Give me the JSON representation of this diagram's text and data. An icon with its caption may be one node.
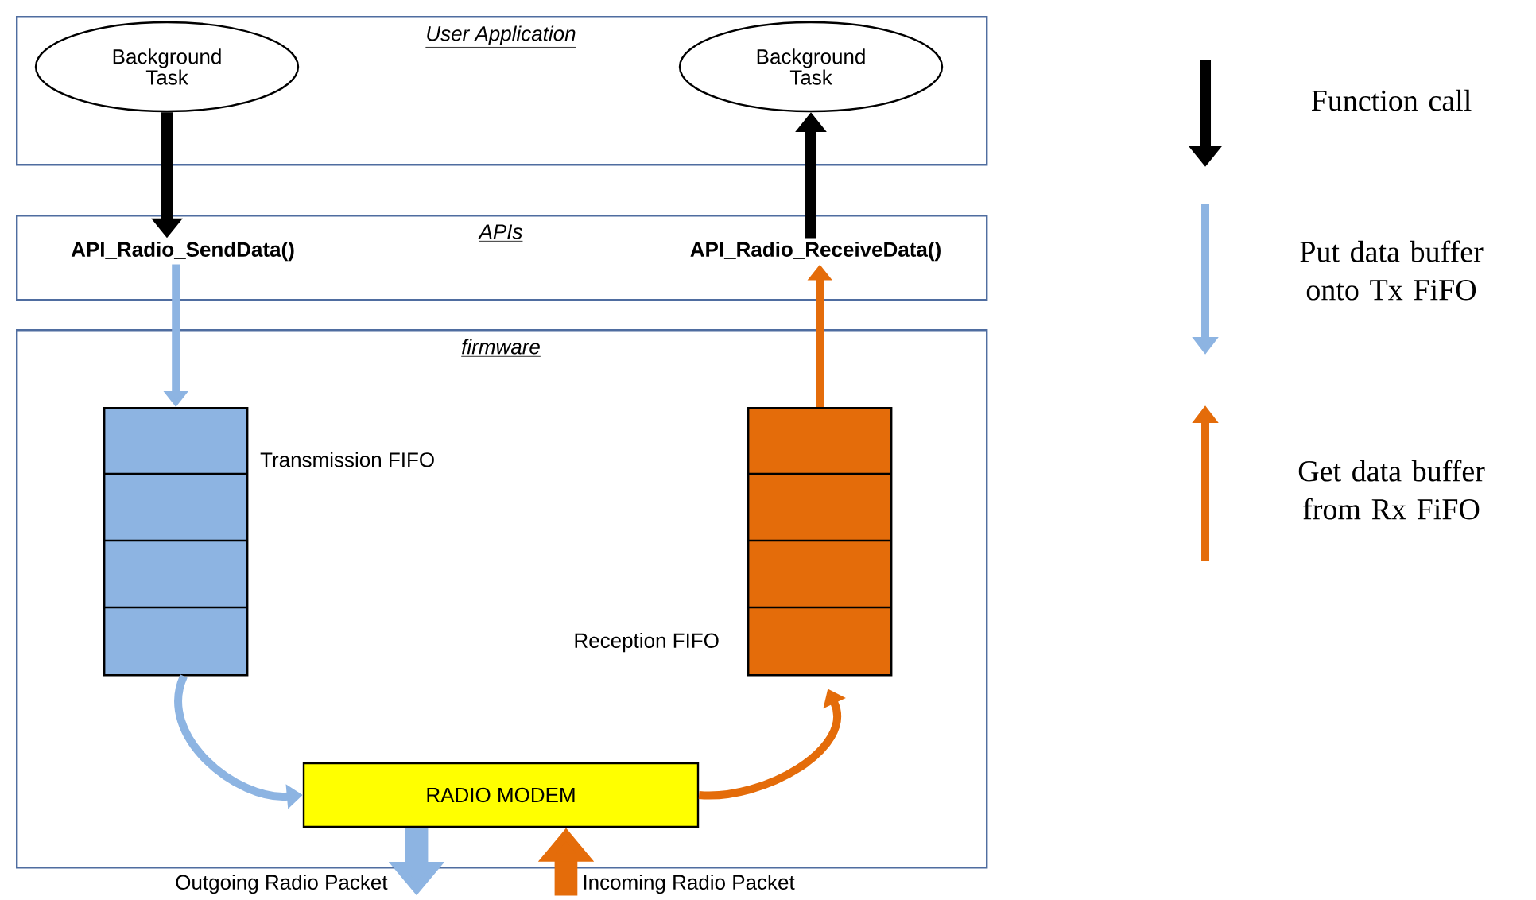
{
  "diagram": {
    "nodes": [
      {
        "text": [
          "User Application"
        ]
      },
      {
        "text": [
          "Background Task"
        ],
        "in": 0
      },
      {
        "text": [
          "Background Task"
        ],
        "in": 0
      },
      {
        "text": [
          "APIs"
        ]
      },
      {
        "text": [
          "API_Radio_SendData()"
        ],
        "in": 3
      },
      {
        "text": [
          "API_Radio_ReceiveData()"
        ],
        "in": 3
      },
      {
        "text": [
          "firmware"
        ]
      },
      {
        "text": [],
        "shape": "box",
        "beside": [
          "Transmission FIFO"
        ],
        "in": 6
      },
      {
        "text": [],
        "shape": "box",
        "beside": [
          "Reception FIFO"
        ],
        "in": 6
      },
      {
        "text": [
          "RADIO MODEM"
        ],
        "in": 6
      },
      {
        "text": [
          "Outgoing Radio Packet"
        ]
      },
      {
        "text": [
          "Incoming Radio Packet"
        ]
      }
    ],
    "edges": [
      {
        "from": 1,
        "to": 4,
        "arrow": "to",
        "color": "#000000"
      },
      {
        "from": 5,
        "to": 2,
        "arrow": "to",
        "color": "#000000"
      },
      {
        "from": 4,
        "to": 7,
        "arrow": "to",
        "color": "#8db4e2"
      },
      {
        "from": 8,
        "to": 5,
        "arrow": "to",
        "color": "#e46c0a"
      },
      {
        "from": 7,
        "to": 9,
        "arrow": "to",
        "color": "#8db4e2"
      },
      {
        "from": 9,
        "to": 8,
        "arrow": "to",
        "color": "#e46c0a"
      },
      {
        "from": 9,
        "to": 10,
        "arrow": "to",
        "style": "thick",
        "color": "#8db4e2"
      },
      {
        "from": 11,
        "to": 9,
        "arrow": "to",
        "style": "thick",
        "color": "#e46c0a"
      }
    ],
    "legend": [
      {
        "text": "Function call"
      },
      {
        "text": "Put data buffer onto Tx FiFO"
      },
      {
        "text": "Get data buffer from Rx FiFO"
      }
    ]
  }
}
